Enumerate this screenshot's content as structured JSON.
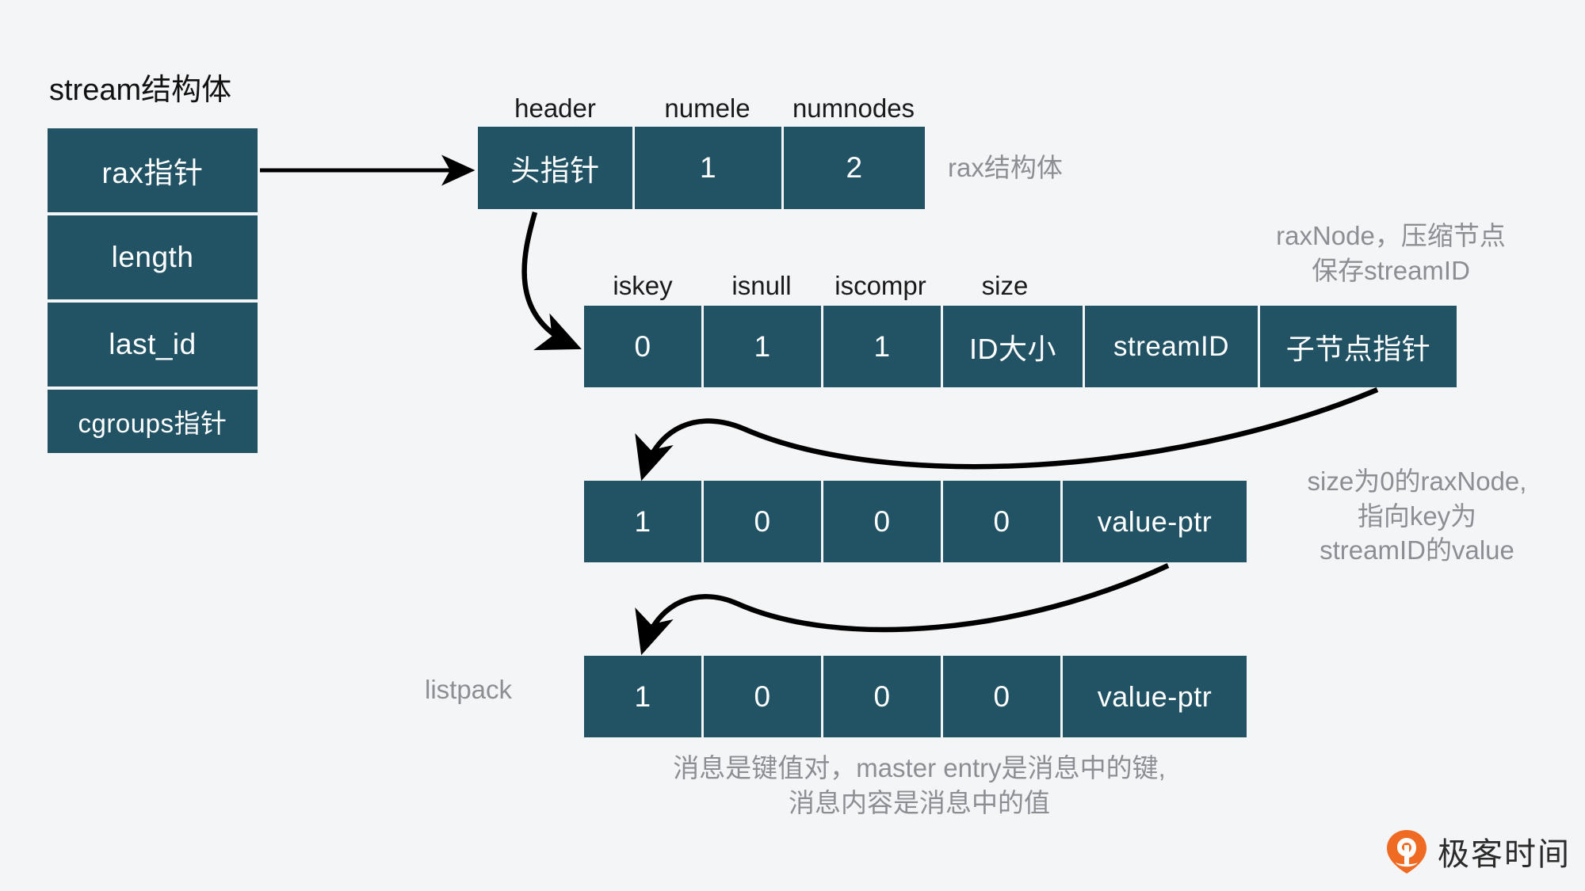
{
  "diagram": {
    "title_stream": "stream结构体",
    "stream_struct": {
      "fields": [
        {
          "label": "rax指针"
        },
        {
          "label": "length"
        },
        {
          "label": "last_id"
        },
        {
          "label": "cgroups指针"
        }
      ]
    },
    "rax_struct": {
      "headers": [
        "header",
        "numele",
        "numnodes"
      ],
      "cells": [
        "头指针",
        "1",
        "2"
      ],
      "note": "rax结构体"
    },
    "rax_node_compressed": {
      "headers": [
        "iskey",
        "isnull",
        "iscompr",
        "size"
      ],
      "cells": [
        "0",
        "1",
        "1",
        "ID大小",
        "streamID",
        "子节点指针"
      ],
      "note_line1": "raxNode，压缩节点",
      "note_line2": "保存streamID"
    },
    "rax_node_leaf": {
      "cells": [
        "1",
        "0",
        "0",
        "0",
        "value-ptr"
      ],
      "note_line1": "size为0的raxNode,",
      "note_line2": "指向key为",
      "note_line3": "streamID的value"
    },
    "listpack": {
      "label": "listpack",
      "cells": [
        "1",
        "0",
        "0",
        "0",
        "value-ptr"
      ]
    },
    "caption": {
      "line1": "消息是键值对，master entry是消息中的键,",
      "line2": "消息内容是消息中的值"
    },
    "logo": {
      "text": "极客时间"
    },
    "colors": {
      "box_fill": "#215365",
      "background": "#f4f5f7",
      "note_text": "#8b8f94",
      "label_text": "#1a1a1a",
      "arrow": "#000000",
      "logo_orange": "#ef6b24"
    }
  }
}
